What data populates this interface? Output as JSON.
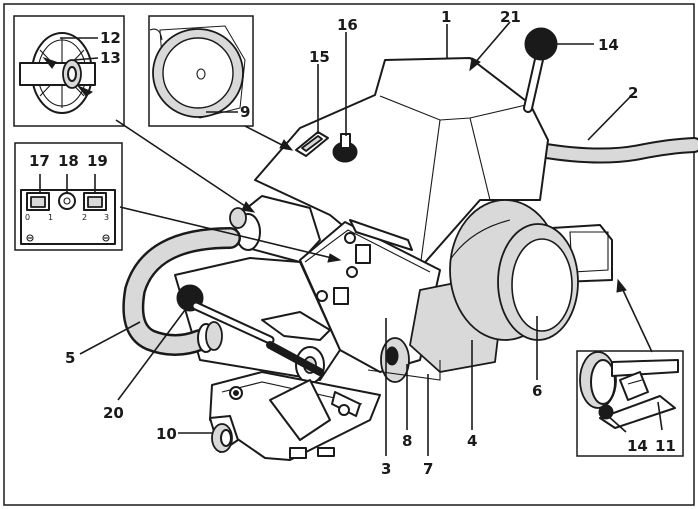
{
  "callouts": {
    "c1": "1",
    "c2": "2",
    "c3": "3",
    "c4": "4",
    "c5": "5",
    "c6": "6",
    "c7": "7",
    "c8": "8",
    "c9": "9",
    "c10": "10",
    "c11": "11",
    "c12": "12",
    "c13": "13",
    "c14_top": "14",
    "c14_inset": "14",
    "c15": "15",
    "c16": "16",
    "c17": "17",
    "c18": "18",
    "c19": "19",
    "c20": "20",
    "c21": "21"
  },
  "panel_scale": {
    "s0": "0",
    "s1": "1",
    "s2": "2",
    "s3": "3"
  },
  "colors": {
    "line": "#1a1a1a",
    "fill_grey": "#d9d9d9",
    "background": "#ffffff"
  }
}
